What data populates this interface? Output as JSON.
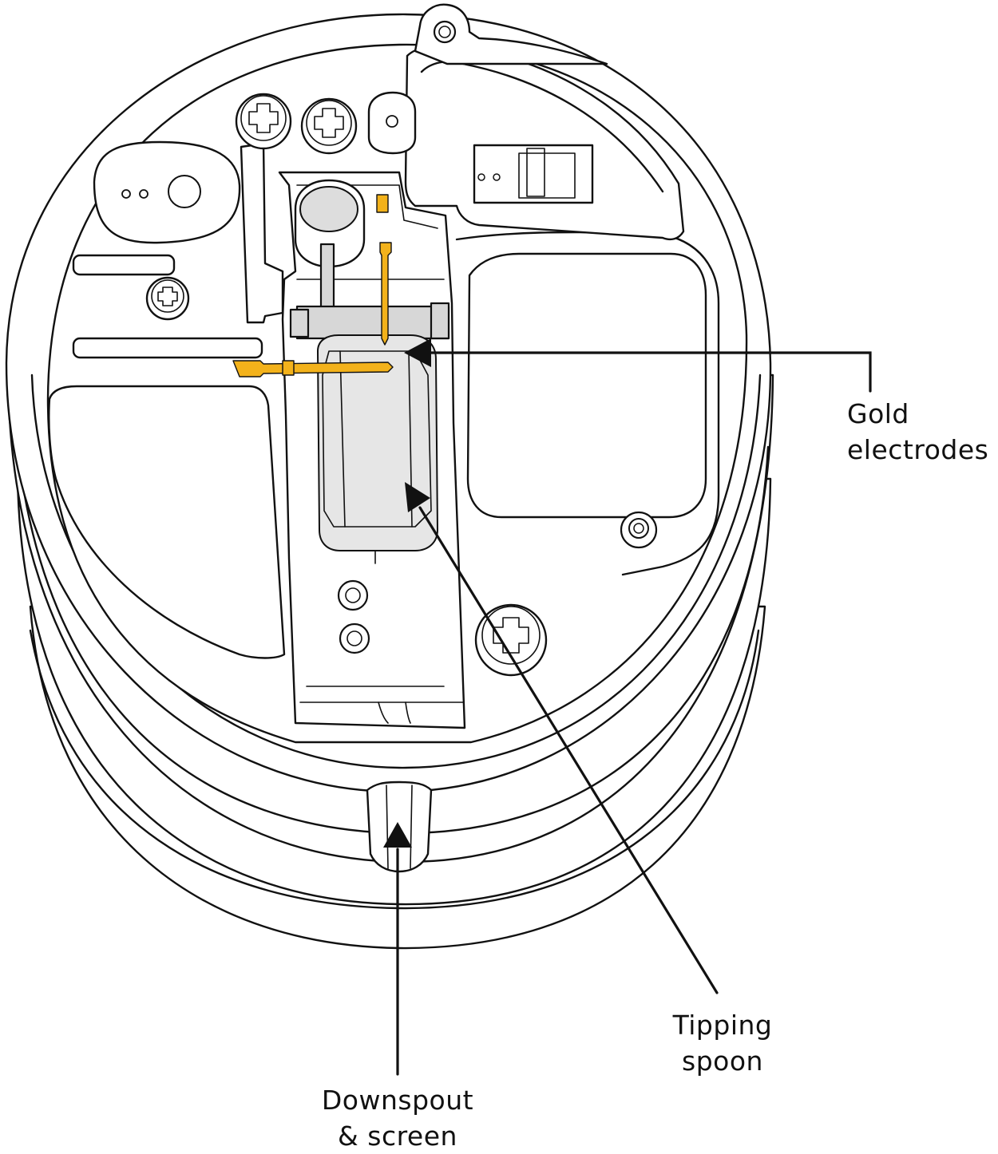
{
  "labels": {
    "gold_electrodes": [
      "Gold",
      "electrodes"
    ],
    "tipping_spoon": [
      "Tipping",
      "spoon"
    ],
    "downspout_screen": [
      "Downspout",
      "& screen"
    ]
  },
  "colors": {
    "gold": "#f3b21b",
    "spoon_fill": "#e6e6e6",
    "line": "#111111",
    "background": "#ffffff"
  }
}
